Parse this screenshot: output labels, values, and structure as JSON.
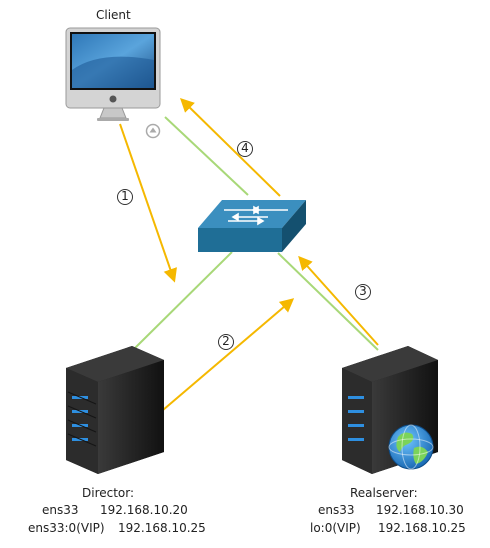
{
  "client": {
    "label": "Client"
  },
  "director": {
    "label": "Director:",
    "rows": [
      {
        "iface": "ens33",
        "ip": "192.168.10.20"
      },
      {
        "iface": "ens33:0(VIP)",
        "ip": "192.168.10.25"
      }
    ]
  },
  "realserver": {
    "label": "Realserver:",
    "rows": [
      {
        "iface": "ens33",
        "ip": "192.168.10.30"
      },
      {
        "iface": "lo:0(VIP)",
        "ip": "192.168.10.25"
      }
    ]
  },
  "steps": [
    "1",
    "2",
    "3",
    "4"
  ],
  "colors": {
    "flow_arrow": "#f5b800",
    "link_line": "#a8d878",
    "switch": "#1f6e96",
    "server": "#1e1e1e"
  },
  "icons": [
    "desktop-monitor-icon",
    "network-switch-icon",
    "tower-server-icon",
    "globe-icon"
  ]
}
